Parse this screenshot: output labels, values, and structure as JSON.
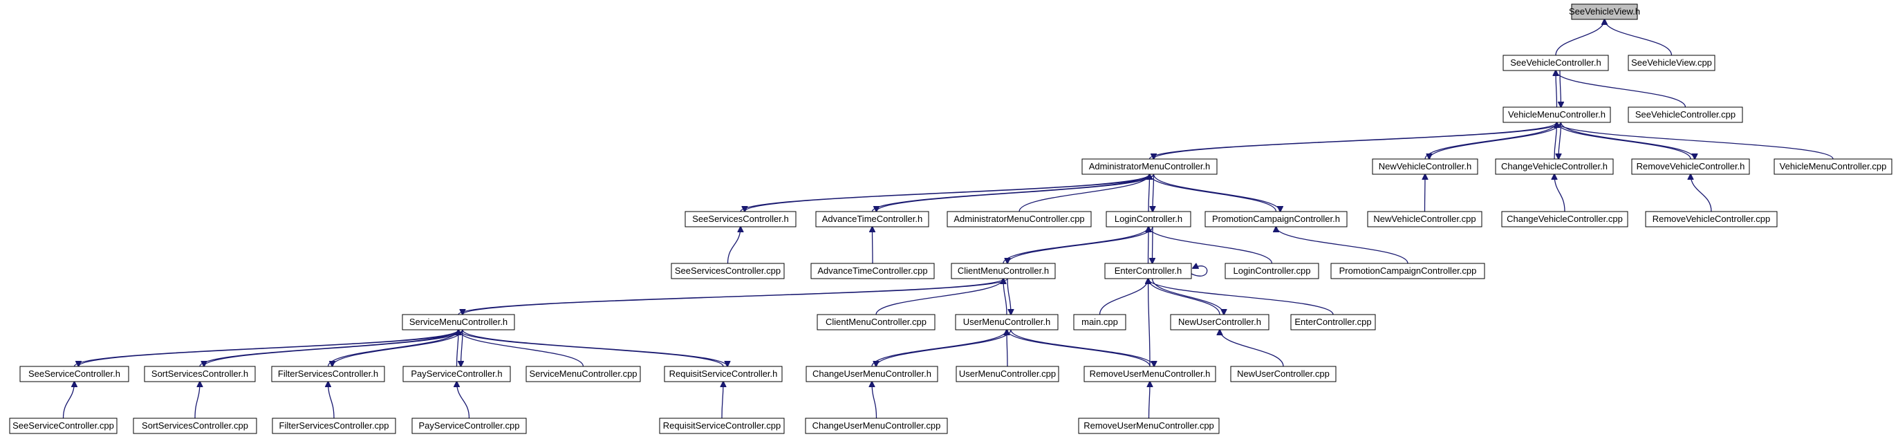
{
  "diagram": {
    "type": "include-dependency-graph",
    "colors": {
      "edge": "#191970",
      "root_fill": "#bfbfbf",
      "node_fill": "#ffffff",
      "node_border": "#000000"
    },
    "nodes": [
      {
        "id": "n0",
        "label": "SeeVehicleView.h",
        "highlight": true
      },
      {
        "id": "n1",
        "label": "SeeVehicleController.h"
      },
      {
        "id": "n2",
        "label": "SeeVehicleView.cpp"
      },
      {
        "id": "n3",
        "label": "VehicleMenuController.h"
      },
      {
        "id": "n4",
        "label": "SeeVehicleController.cpp"
      },
      {
        "id": "n5",
        "label": "AdministratorMenuController.h"
      },
      {
        "id": "n6",
        "label": "NewVehicleController.h"
      },
      {
        "id": "n7",
        "label": "ChangeVehicleController.h"
      },
      {
        "id": "n8",
        "label": "RemoveVehicleController.h"
      },
      {
        "id": "n9",
        "label": "VehicleMenuController.cpp"
      },
      {
        "id": "n10",
        "label": "SeeServicesController.h"
      },
      {
        "id": "n11",
        "label": "AdvanceTimeController.h"
      },
      {
        "id": "n12",
        "label": "AdministratorMenuController.cpp"
      },
      {
        "id": "n13",
        "label": "LoginController.h"
      },
      {
        "id": "n14",
        "label": "PromotionCampaignController.h"
      },
      {
        "id": "n15",
        "label": "NewVehicleController.cpp"
      },
      {
        "id": "n16",
        "label": "ChangeVehicleController.cpp"
      },
      {
        "id": "n17",
        "label": "RemoveVehicleController.cpp"
      },
      {
        "id": "n18",
        "label": "SeeServicesController.cpp"
      },
      {
        "id": "n19",
        "label": "AdvanceTimeController.cpp"
      },
      {
        "id": "n20",
        "label": "ClientMenuController.h"
      },
      {
        "id": "n21",
        "label": "EnterController.h"
      },
      {
        "id": "n22",
        "label": "LoginController.cpp"
      },
      {
        "id": "n23",
        "label": "PromotionCampaignController.cpp"
      },
      {
        "id": "n24",
        "label": "ServiceMenuController.h"
      },
      {
        "id": "n25",
        "label": "ClientMenuController.cpp"
      },
      {
        "id": "n26",
        "label": "UserMenuController.h"
      },
      {
        "id": "n27",
        "label": "main.cpp"
      },
      {
        "id": "n28",
        "label": "NewUserController.h"
      },
      {
        "id": "n29",
        "label": "EnterController.cpp"
      },
      {
        "id": "n30",
        "label": "SeeServiceController.h"
      },
      {
        "id": "n31",
        "label": "SortServicesController.h"
      },
      {
        "id": "n32",
        "label": "FilterServicesController.h"
      },
      {
        "id": "n33",
        "label": "PayServiceController.h"
      },
      {
        "id": "n34",
        "label": "ServiceMenuController.cpp"
      },
      {
        "id": "n35",
        "label": "RequisitServiceController.h"
      },
      {
        "id": "n36",
        "label": "ChangeUserMenuController.h"
      },
      {
        "id": "n37",
        "label": "UserMenuController.cpp"
      },
      {
        "id": "n38",
        "label": "RemoveUserMenuController.h"
      },
      {
        "id": "n39",
        "label": "NewUserController.cpp"
      },
      {
        "id": "n40",
        "label": "SeeServiceController.cpp"
      },
      {
        "id": "n41",
        "label": "SortServicesController.cpp"
      },
      {
        "id": "n42",
        "label": "FilterServicesController.cpp"
      },
      {
        "id": "n43",
        "label": "PayServiceController.cpp"
      },
      {
        "id": "n44",
        "label": "RequisitServiceController.cpp"
      },
      {
        "id": "n45",
        "label": "ChangeUserMenuController.cpp"
      },
      {
        "id": "n46",
        "label": "RemoveUserMenuController.cpp"
      }
    ],
    "edges": [
      [
        "n1",
        "n0"
      ],
      [
        "n2",
        "n0"
      ],
      [
        "n3",
        "n1"
      ],
      [
        "n1",
        "n3"
      ],
      [
        "n4",
        "n1"
      ],
      [
        "n5",
        "n3"
      ],
      [
        "n3",
        "n5"
      ],
      [
        "n6",
        "n3"
      ],
      [
        "n3",
        "n6"
      ],
      [
        "n7",
        "n3"
      ],
      [
        "n3",
        "n7"
      ],
      [
        "n8",
        "n3"
      ],
      [
        "n3",
        "n8"
      ],
      [
        "n9",
        "n3"
      ],
      [
        "n10",
        "n5"
      ],
      [
        "n5",
        "n10"
      ],
      [
        "n11",
        "n5"
      ],
      [
        "n5",
        "n11"
      ],
      [
        "n12",
        "n5"
      ],
      [
        "n13",
        "n5"
      ],
      [
        "n5",
        "n13"
      ],
      [
        "n14",
        "n5"
      ],
      [
        "n5",
        "n14"
      ],
      [
        "n15",
        "n6"
      ],
      [
        "n16",
        "n7"
      ],
      [
        "n17",
        "n8"
      ],
      [
        "n18",
        "n10"
      ],
      [
        "n19",
        "n11"
      ],
      [
        "n20",
        "n13"
      ],
      [
        "n13",
        "n20"
      ],
      [
        "n21",
        "n13"
      ],
      [
        "n13",
        "n21"
      ],
      [
        "n22",
        "n13"
      ],
      [
        "n23",
        "n14"
      ],
      [
        "n24",
        "n20"
      ],
      [
        "n20",
        "n24"
      ],
      [
        "n25",
        "n20"
      ],
      [
        "n26",
        "n20"
      ],
      [
        "n20",
        "n26"
      ],
      [
        "n21",
        "n21"
      ],
      [
        "n27",
        "n21"
      ],
      [
        "n28",
        "n21"
      ],
      [
        "n21",
        "n28"
      ],
      [
        "n29",
        "n21"
      ],
      [
        "n38",
        "n21"
      ],
      [
        "n30",
        "n24"
      ],
      [
        "n24",
        "n30"
      ],
      [
        "n31",
        "n24"
      ],
      [
        "n24",
        "n31"
      ],
      [
        "n32",
        "n24"
      ],
      [
        "n24",
        "n32"
      ],
      [
        "n33",
        "n24"
      ],
      [
        "n24",
        "n33"
      ],
      [
        "n34",
        "n24"
      ],
      [
        "n35",
        "n24"
      ],
      [
        "n24",
        "n35"
      ],
      [
        "n36",
        "n26"
      ],
      [
        "n26",
        "n36"
      ],
      [
        "n37",
        "n26"
      ],
      [
        "n38",
        "n26"
      ],
      [
        "n26",
        "n38"
      ],
      [
        "n39",
        "n28"
      ],
      [
        "n40",
        "n30"
      ],
      [
        "n41",
        "n31"
      ],
      [
        "n42",
        "n32"
      ],
      [
        "n43",
        "n33"
      ],
      [
        "n44",
        "n35"
      ],
      [
        "n45",
        "n36"
      ],
      [
        "n46",
        "n38"
      ]
    ]
  }
}
